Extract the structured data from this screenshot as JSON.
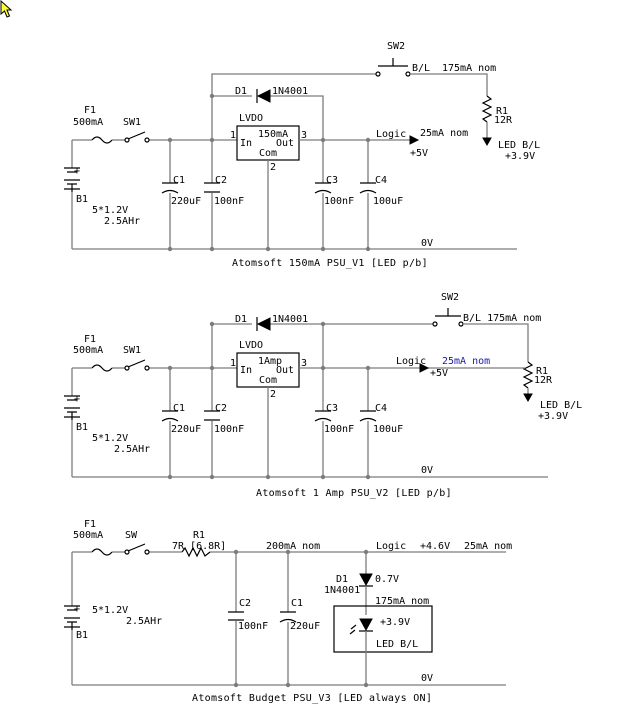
{
  "colors": {
    "wire": "#7c7c7c",
    "ink": "#000000",
    "blue_label": "#1a1aa6",
    "cursor": "#ffff33"
  },
  "v1": {
    "title": "Atomsoft 150mA PSU_V1 [LED p/b]",
    "f1": "F1",
    "f1_val": "500mA",
    "sw1": "SW1",
    "b1": "B1",
    "b1_v": "5*1.2V",
    "b1_c": "2.5AHr",
    "plus": "+",
    "c1": "C1",
    "c1_val": "220uF",
    "c2": "C2",
    "c2_val": "100nF",
    "c3": "C3",
    "c3_val": "100nF",
    "c4": "C4",
    "c4_val": "100uF",
    "d1": "D1",
    "d1_val": "1N4001",
    "ic_name": "LVDO",
    "ic_rating": "150mA",
    "ic_in": "In",
    "ic_out": "Out",
    "ic_com": "Com",
    "pin1": "1",
    "pin2": "2",
    "pin3": "3",
    "sw2": "SW2",
    "bl": "B/L",
    "bl_current": "175mA nom",
    "r1": "R1",
    "r1_val": "12R",
    "led": "LED B/L",
    "led_v": "+3.9V",
    "logic": "Logic",
    "logic_current": "25mA nom",
    "v5": "+5V",
    "gnd": "0V"
  },
  "v2": {
    "title": "Atomsoft 1 Amp PSU_V2 [LED p/b]",
    "f1": "F1",
    "f1_val": "500mA",
    "sw1": "SW1",
    "b1": "B1",
    "b1_v": "5*1.2V",
    "b1_c": "2.5AHr",
    "plus": "+",
    "c1": "C1",
    "c1_val": "220uF",
    "c2": "C2",
    "c2_val": "100nF",
    "c3": "C3",
    "c3_val": "100nF",
    "c4": "C4",
    "c4_val": "100uF",
    "d1": "D1",
    "d1_val": "1N4001",
    "ic_name": "LVDO",
    "ic_rating": "1Amp",
    "ic_in": "In",
    "ic_out": "Out",
    "ic_com": "Com",
    "pin1": "1",
    "pin2": "2",
    "pin3": "3",
    "sw2": "SW2",
    "bl_current": "B/L 175mA nom",
    "r1": "R1",
    "r1_val": "12R",
    "led": "LED B/L",
    "led_v": "+3.9V",
    "logic": "Logic",
    "logic_current": "25mA nom",
    "v5": "+5V",
    "gnd": "0V"
  },
  "v3": {
    "title": "Atomsoft Budget PSU_V3 [LED always ON]",
    "f1": "F1",
    "f1_val": "500mA",
    "sw": "SW",
    "b1": "B1",
    "b1_v": "5*1.2V",
    "b1_c": "2.5AHr",
    "plus": "+",
    "r1": "R1",
    "r1_val": "7R [6.8R]",
    "main_current": "200mA nom",
    "logic": "Logic",
    "logic_v": "+4.6V",
    "logic_current": "25mA nom",
    "d1": "D1",
    "d1_val": "1N4001",
    "d1_drop": "0.7V",
    "bl_current": "175mA nom",
    "led_v": "+3.9V",
    "led": "LED B/L",
    "c2": "C2",
    "c2_val": "100nF",
    "c1": "C1",
    "c1_val": "220uF",
    "gnd": "0V"
  }
}
